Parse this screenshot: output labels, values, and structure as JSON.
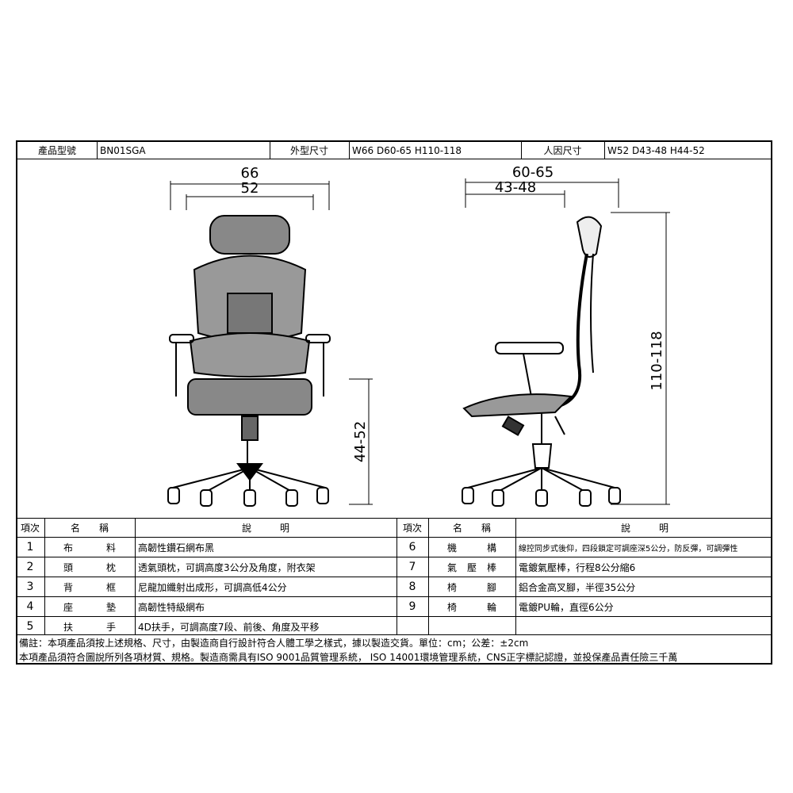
{
  "header": {
    "model_label": "產品型號",
    "model": "BN01SGA",
    "outer_label": "外型尺寸",
    "outer": "W66 D60-65 H110-118",
    "ergo_label": "人因尺寸",
    "ergo": "W52 D43-48 H44-52"
  },
  "drawing": {
    "front_width_outer": "66",
    "front_width_seat": "52",
    "seat_height": "44-52",
    "side_depth_outer": "60-65",
    "side_depth_seat": "43-48",
    "total_height": "110-118"
  },
  "table": {
    "headers": {
      "no": "項次",
      "name": "名　　稱",
      "desc": "說　　　明"
    },
    "left": [
      {
        "no": "1",
        "name": [
          "布",
          "料"
        ],
        "desc": "高韌性鑽石網布黑"
      },
      {
        "no": "2",
        "name": [
          "頭",
          "枕"
        ],
        "desc": "透氣頭枕，可調高度3公分及角度，附衣架"
      },
      {
        "no": "3",
        "name": [
          "背",
          "框"
        ],
        "desc": "尼龍加纖射出成形，可調高低4公分"
      },
      {
        "no": "4",
        "name": [
          "座",
          "墊"
        ],
        "desc": "高韌性特級網布"
      },
      {
        "no": "5",
        "name": [
          "扶",
          "手"
        ],
        "desc": "4D扶手，可調高度7段、前後、角度及平移"
      }
    ],
    "right": [
      {
        "no": "6",
        "name": [
          "機",
          "構"
        ],
        "desc": "線控同步式後仰，四段鎖定可調座深5公分，防反彈，可調彈性"
      },
      {
        "no": "7",
        "name": [
          "氣",
          "壓",
          "棒"
        ],
        "desc": "電鍍氣壓棒，行程8公分縮6"
      },
      {
        "no": "8",
        "name": [
          "椅",
          "腳"
        ],
        "desc": "鋁合金高叉腳，半徑35公分"
      },
      {
        "no": "9",
        "name": [
          "椅",
          "輪"
        ],
        "desc": "電鍍PU輪，直徑6公分"
      }
    ]
  },
  "notes": [
    "備註：本項產品須按上述規格、尺寸，由製造商自行設計符合人體工學之樣式，據以製造交貨。單位：cm；公差：±2cm",
    "本項產品須符合圖說所列各項材質、規格。製造商需具有ISO 9001品質管理系統， ISO 14001環境管理系統，CNS正字標記認證，並投保產品責任險三千萬"
  ]
}
